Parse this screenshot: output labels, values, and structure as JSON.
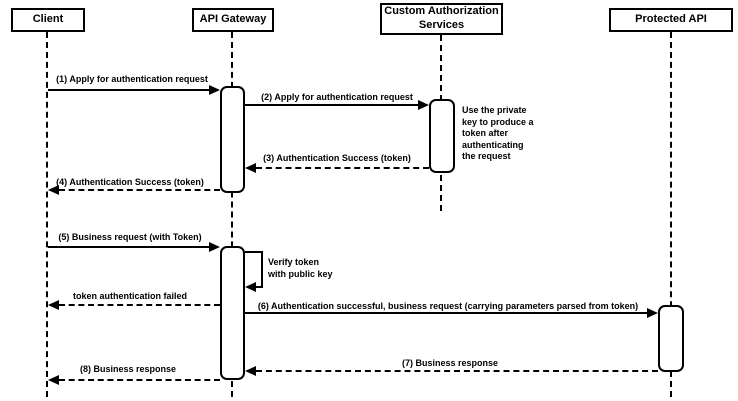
{
  "diagram_type": "sequence-diagram",
  "colors": {
    "line": "#000000",
    "background": "#ffffff",
    "box_fill": "#ffffff",
    "text": "#000000"
  },
  "actors": [
    {
      "id": "client",
      "label": "Client"
    },
    {
      "id": "api-gateway",
      "label": "API Gateway"
    },
    {
      "id": "custom-auth",
      "label": "Custom Authorization Services"
    },
    {
      "id": "protected-api",
      "label": "Protected API"
    }
  ],
  "messages": [
    {
      "label": "(1) Apply for authentication request",
      "from": "Client",
      "to": "API Gateway",
      "style": "solid"
    },
    {
      "label": "(2) Apply for authentication request",
      "from": "API Gateway",
      "to": "Custom Authorization Services",
      "style": "solid"
    },
    {
      "label": "(3) Authentication Success (token)",
      "from": "Custom Authorization Services",
      "to": "API Gateway",
      "style": "dashed"
    },
    {
      "label": "(4) Authentication Success (token)",
      "from": "API Gateway",
      "to": "Client",
      "style": "dashed"
    },
    {
      "label": "(5) Business request (with Token)",
      "from": "Client",
      "to": "API Gateway",
      "style": "solid"
    },
    {
      "label": "Verify token\nwith public key",
      "from": "API Gateway",
      "to": "API Gateway",
      "style": "self"
    },
    {
      "label": "token authentication failed",
      "from": "API Gateway",
      "to": "Client",
      "style": "dashed"
    },
    {
      "label": "(6) Authentication successful, business request (carrying parameters parsed from token)",
      "from": "API Gateway",
      "to": "Protected API",
      "style": "solid"
    },
    {
      "label": "(7) Business response",
      "from": "Protected API",
      "to": "API Gateway",
      "style": "dashed"
    },
    {
      "label": "(8) Business response",
      "from": "API Gateway",
      "to": "Client",
      "style": "dashed"
    }
  ],
  "notes": [
    {
      "label": "Use the private\nkey to produce a\ntoken after\nauthenticating\nthe request",
      "attached_to": "Custom Authorization Services"
    }
  ]
}
